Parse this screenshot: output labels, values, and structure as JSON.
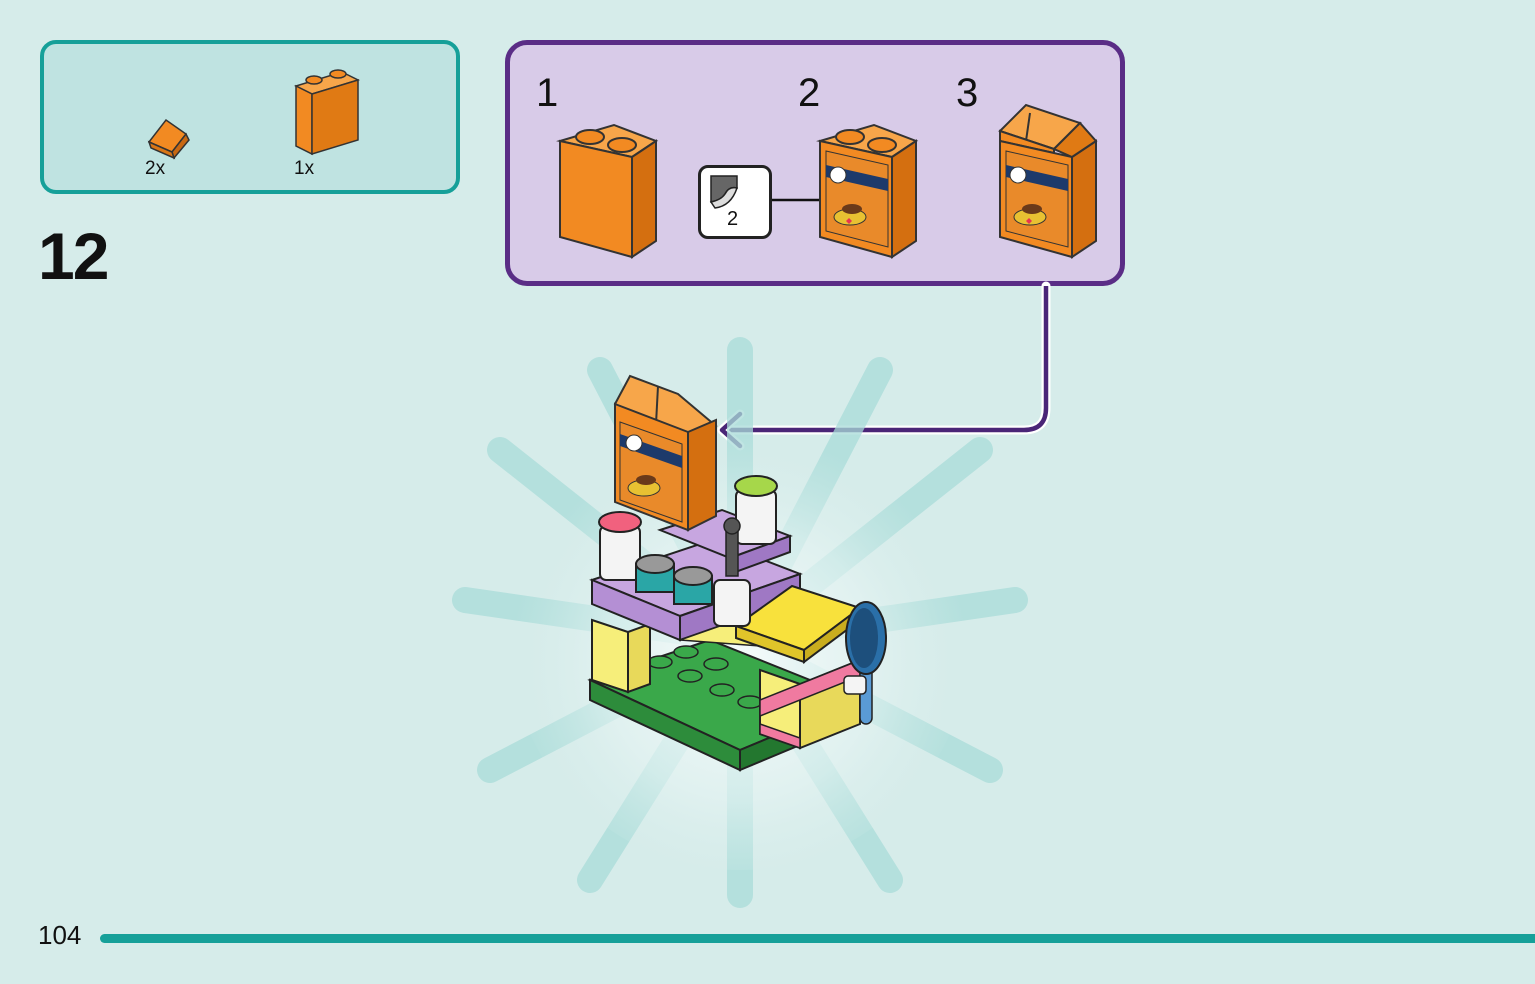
{
  "parts_list": {
    "items": [
      {
        "quantity": "2x",
        "icon": "orange-slope-tile-icon",
        "color": "#f28a22"
      },
      {
        "quantity": "1x",
        "icon": "orange-brick-1x2x2-icon",
        "color": "#f28a22"
      }
    ]
  },
  "step": {
    "number": "12"
  },
  "substeps": [
    {
      "number": "1",
      "icon": "orange-brick-icon"
    },
    {
      "number": "2",
      "icon": "stickered-brick-icon",
      "sticker_number": "2"
    },
    {
      "number": "3",
      "icon": "food-box-icon"
    }
  ],
  "page": {
    "number": "104"
  },
  "colors": {
    "background": "#d6ecea",
    "accent_teal": "#16a099",
    "substep_border": "#5a2d86",
    "substep_fill": "#d8cbe8",
    "brick_orange": "#f28a22"
  }
}
